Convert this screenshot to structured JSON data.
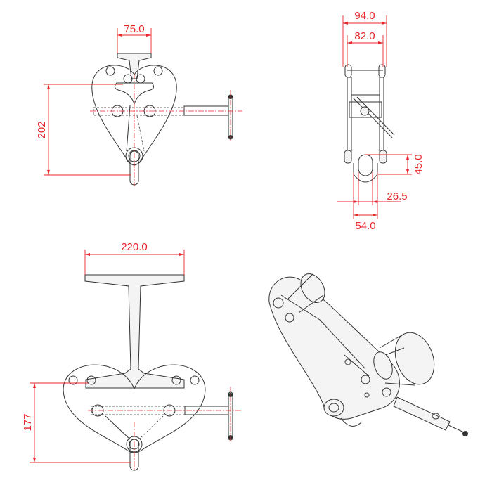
{
  "colors": {
    "dimension": "#e8262b",
    "outline": "#333333"
  },
  "views": {
    "front_small": {
      "width_dim": "75.0",
      "height_dim": "202"
    },
    "side": {
      "outer_width_dim": "94.0",
      "inner_width_dim": "82.0",
      "eye_height_dim": "45.0",
      "eye_inner_dim": "26.5",
      "eye_outer_dim": "54.0"
    },
    "front_large": {
      "width_dim": "220.0",
      "height_dim": "177"
    },
    "isometric": {}
  }
}
